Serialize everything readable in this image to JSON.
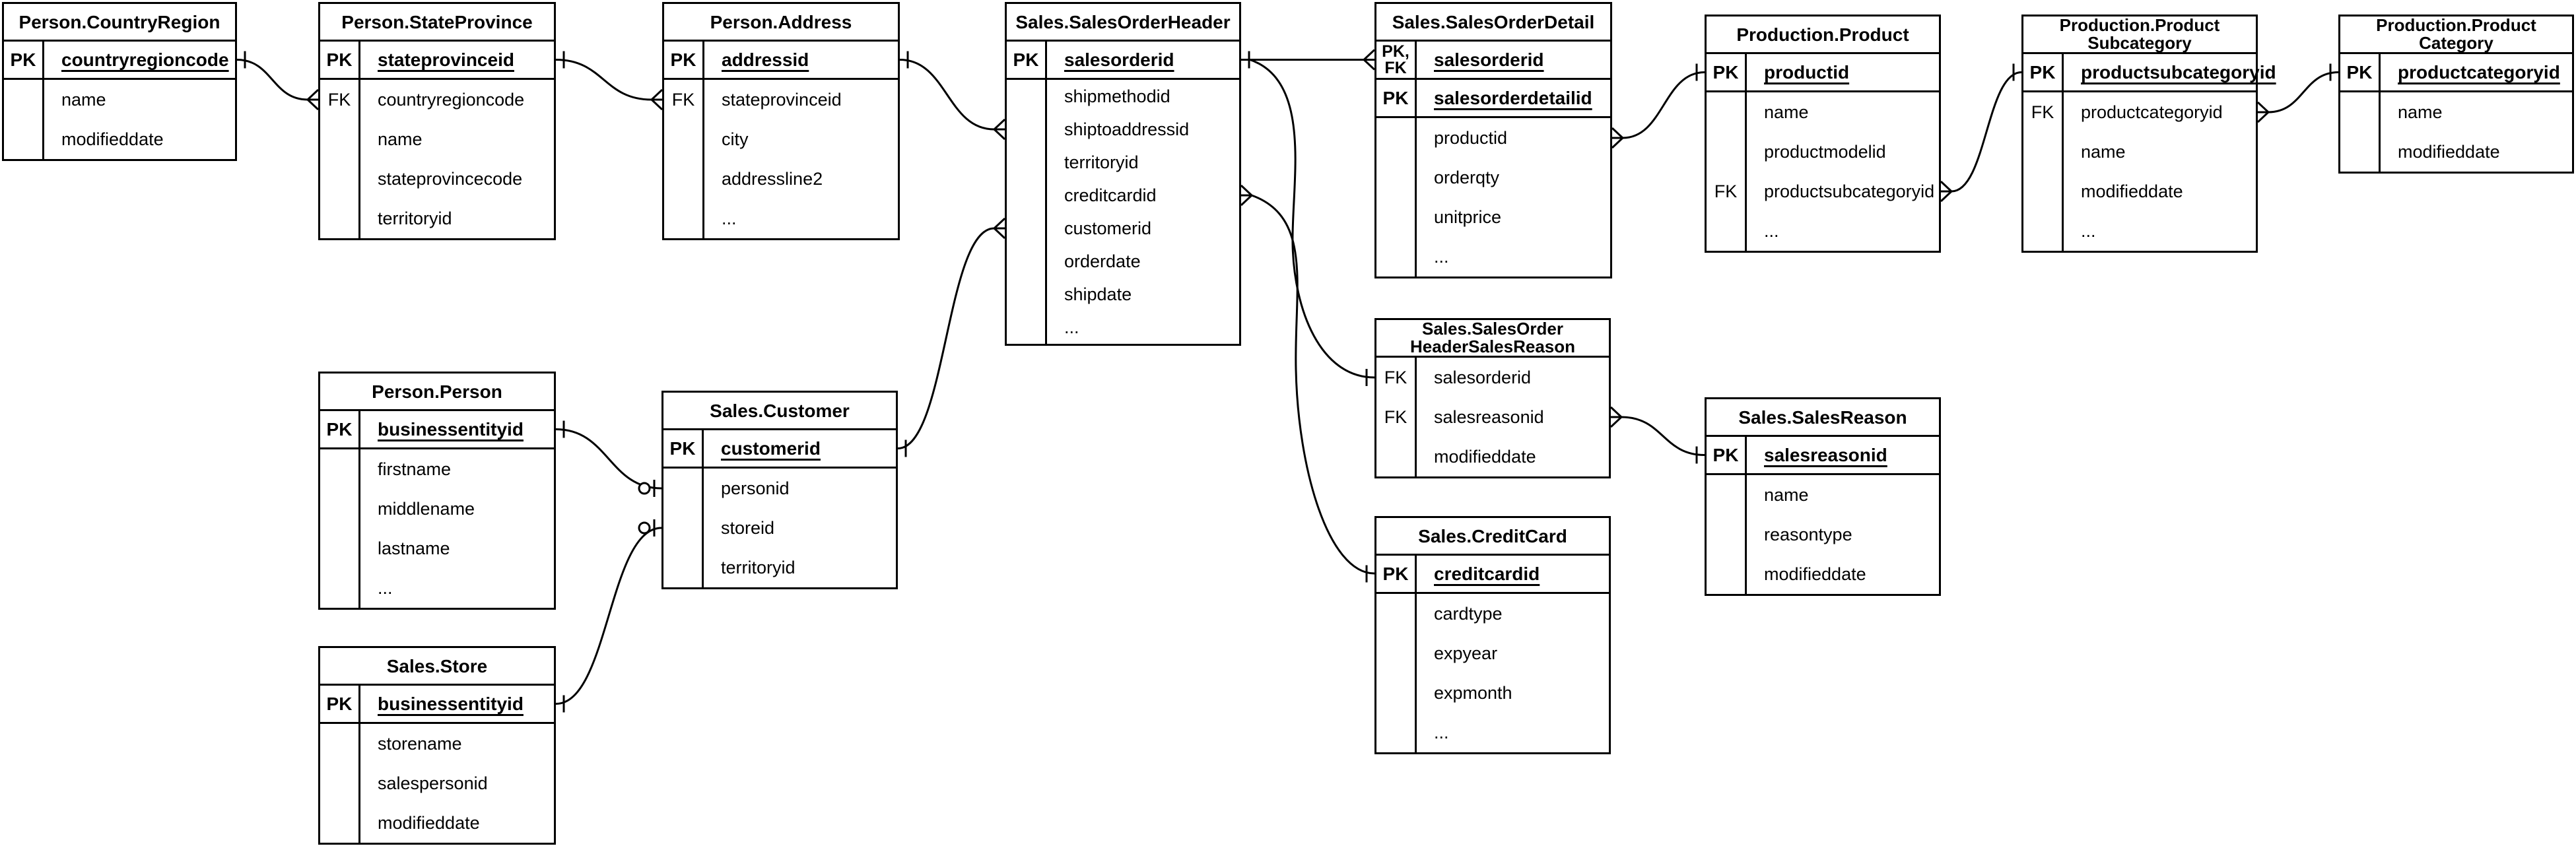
{
  "diagram": {
    "background_color": "#ffffff",
    "line_color": "#000000",
    "notation": "crows-foot",
    "tables": [
      {
        "id": "person_countryregion",
        "title": "Person.CountryRegion",
        "keys": [
          {
            "label": "PK",
            "name": "countryregioncode"
          }
        ],
        "attrs": [
          {
            "label": "",
            "name": "name"
          },
          {
            "label": "",
            "name": "modifieddate"
          }
        ]
      },
      {
        "id": "person_stateprovince",
        "title": "Person.StateProvince",
        "keys": [
          {
            "label": "PK",
            "name": "stateprovinceid"
          }
        ],
        "attrs": [
          {
            "label": "FK",
            "name": "countryregioncode"
          },
          {
            "label": "",
            "name": "name"
          },
          {
            "label": "",
            "name": "stateprovincecode"
          },
          {
            "label": "",
            "name": "territoryid"
          }
        ]
      },
      {
        "id": "person_address",
        "title": "Person.Address",
        "keys": [
          {
            "label": "PK",
            "name": "addressid"
          }
        ],
        "attrs": [
          {
            "label": "FK",
            "name": "stateprovinceid"
          },
          {
            "label": "",
            "name": "city"
          },
          {
            "label": "",
            "name": "addressline2"
          },
          {
            "label": "",
            "name": "..."
          }
        ]
      },
      {
        "id": "sales_salesorderheader",
        "title": "Sales.SalesOrderHeader",
        "keys": [
          {
            "label": "PK",
            "name": "salesorderid"
          }
        ],
        "attrs": [
          {
            "label": "",
            "name": "shipmethodid"
          },
          {
            "label": "",
            "name": "shiptoaddressid"
          },
          {
            "label": "",
            "name": "territoryid"
          },
          {
            "label": "",
            "name": "creditcardid"
          },
          {
            "label": "",
            "name": "customerid"
          },
          {
            "label": "",
            "name": "orderdate"
          },
          {
            "label": "",
            "name": "shipdate"
          },
          {
            "label": "",
            "name": "..."
          }
        ]
      },
      {
        "id": "sales_salesorderdetail",
        "title": "Sales.SalesOrderDetail",
        "keys": [
          {
            "label_lines": [
              "PK,",
              "FK"
            ],
            "name": "salesorderid"
          },
          {
            "label": "PK",
            "name": "salesorderdetailid"
          }
        ],
        "attrs": [
          {
            "label": "",
            "name": "productid"
          },
          {
            "label": "",
            "name": "orderqty"
          },
          {
            "label": "",
            "name": "unitprice"
          },
          {
            "label": "",
            "name": "..."
          }
        ]
      },
      {
        "id": "production_product",
        "title": "Production.Product",
        "keys": [
          {
            "label": "PK",
            "name": "productid"
          }
        ],
        "attrs": [
          {
            "label": "",
            "name": "name"
          },
          {
            "label": "",
            "name": "productmodelid"
          },
          {
            "label": "FK",
            "name": "productsubcategoryid"
          },
          {
            "label": "",
            "name": "..."
          }
        ]
      },
      {
        "id": "production_productsubcategory",
        "title_lines": [
          "Production.Product",
          "Subcategory"
        ],
        "keys": [
          {
            "label": "PK",
            "name": "productsubcategoryid"
          }
        ],
        "attrs": [
          {
            "label": "FK",
            "name": "productcategoryid"
          },
          {
            "label": "",
            "name": "name"
          },
          {
            "label": "",
            "name": "modifieddate"
          },
          {
            "label": "",
            "name": "..."
          }
        ]
      },
      {
        "id": "production_productcategory",
        "title_lines": [
          "Production.Product",
          "Category"
        ],
        "keys": [
          {
            "label": "PK",
            "name": "productcategoryid"
          }
        ],
        "attrs": [
          {
            "label": "",
            "name": "name"
          },
          {
            "label": "",
            "name": "modifieddate"
          }
        ]
      },
      {
        "id": "person_person",
        "title": "Person.Person",
        "keys": [
          {
            "label": "PK",
            "name": "businessentityid"
          }
        ],
        "attrs": [
          {
            "label": "",
            "name": "firstname"
          },
          {
            "label": "",
            "name": "middlename"
          },
          {
            "label": "",
            "name": "lastname"
          },
          {
            "label": "",
            "name": "..."
          }
        ]
      },
      {
        "id": "sales_customer",
        "title": "Sales.Customer",
        "keys": [
          {
            "label": "PK",
            "name": "customerid"
          }
        ],
        "attrs": [
          {
            "label": "",
            "name": "personid"
          },
          {
            "label": "",
            "name": "storeid"
          },
          {
            "label": "",
            "name": "territoryid"
          }
        ]
      },
      {
        "id": "sales_store",
        "title": "Sales.Store",
        "keys": [
          {
            "label": "PK",
            "name": "businessentityid"
          }
        ],
        "attrs": [
          {
            "label": "",
            "name": "storename"
          },
          {
            "label": "",
            "name": "salespersonid"
          },
          {
            "label": "",
            "name": "modifieddate"
          }
        ]
      },
      {
        "id": "sales_salesorderheadersalesreason",
        "title_lines": [
          "Sales.SalesOrder",
          "HeaderSalesReason"
        ],
        "keys": [],
        "attrs": [
          {
            "label": "FK",
            "name": "salesorderid"
          },
          {
            "label": "FK",
            "name": "salesreasonid"
          },
          {
            "label": "",
            "name": "modifieddate"
          }
        ]
      },
      {
        "id": "sales_salesreason",
        "title": "Sales.SalesReason",
        "keys": [
          {
            "label": "PK",
            "name": "salesreasonid"
          }
        ],
        "attrs": [
          {
            "label": "",
            "name": "name"
          },
          {
            "label": "",
            "name": "reasontype"
          },
          {
            "label": "",
            "name": "modifieddate"
          }
        ]
      },
      {
        "id": "sales_creditcard",
        "title": "Sales.CreditCard",
        "keys": [
          {
            "label": "PK",
            "name": "creditcardid"
          }
        ],
        "attrs": [
          {
            "label": "",
            "name": "cardtype"
          },
          {
            "label": "",
            "name": "expyear"
          },
          {
            "label": "",
            "name": "expmonth"
          },
          {
            "label": "",
            "name": "..."
          }
        ]
      }
    ],
    "relationships": [
      {
        "from_table": "person_countryregion",
        "from_column": "countryregioncode",
        "from_end": "one",
        "to_table": "person_stateprovince",
        "to_column": "countryregioncode",
        "to_end": "many"
      },
      {
        "from_table": "person_stateprovince",
        "from_column": "stateprovinceid",
        "from_end": "one",
        "to_table": "person_address",
        "to_column": "stateprovinceid",
        "to_end": "many"
      },
      {
        "from_table": "person_address",
        "from_column": "addressid",
        "from_end": "one",
        "to_table": "sales_salesorderheader",
        "to_column": "shiptoaddressid",
        "to_end": "many"
      },
      {
        "from_table": "sales_salesorderheader",
        "from_column": "salesorderid",
        "from_end": "one",
        "to_table": "sales_salesorderdetail",
        "to_column": "salesorderid",
        "to_end": "many"
      },
      {
        "from_table": "sales_salesorderheader",
        "from_column": "salesorderid",
        "from_end": "none",
        "to_table": "sales_salesorderheadersalesreason",
        "to_column": "salesorderid",
        "to_end": "one"
      },
      {
        "from_table": "sales_salesorderheader",
        "from_column": "creditcardid",
        "from_end": "many",
        "to_table": "sales_creditcard",
        "to_column": "creditcardid",
        "to_end": "one"
      },
      {
        "from_table": "sales_customer",
        "from_column": "customerid",
        "from_end": "one",
        "to_table": "sales_salesorderheader",
        "to_column": "customerid",
        "to_end": "many"
      },
      {
        "from_table": "person_person",
        "from_column": "businessentityid",
        "from_end": "one",
        "to_table": "sales_customer",
        "to_column": "personid",
        "to_end": "zero-or-one"
      },
      {
        "from_table": "sales_store",
        "from_column": "businessentityid",
        "from_end": "one",
        "to_table": "sales_customer",
        "to_column": "storeid",
        "to_end": "zero-or-one"
      },
      {
        "from_table": "sales_salesorderdetail",
        "from_column": "productid",
        "from_end": "many",
        "to_table": "production_product",
        "to_column": "productid",
        "to_end": "one"
      },
      {
        "from_table": "production_product",
        "from_column": "productsubcategoryid",
        "from_end": "many",
        "to_table": "production_productsubcategory",
        "to_column": "productsubcategoryid",
        "to_end": "one"
      },
      {
        "from_table": "production_productsubcategory",
        "from_column": "productcategoryid",
        "from_end": "many",
        "to_table": "production_productcategory",
        "to_column": "productcategoryid",
        "to_end": "one"
      },
      {
        "from_table": "sales_salesorderheadersalesreason",
        "from_column": "salesreasonid",
        "from_end": "many",
        "to_table": "sales_salesreason",
        "to_column": "salesreasonid",
        "to_end": "one"
      }
    ]
  }
}
